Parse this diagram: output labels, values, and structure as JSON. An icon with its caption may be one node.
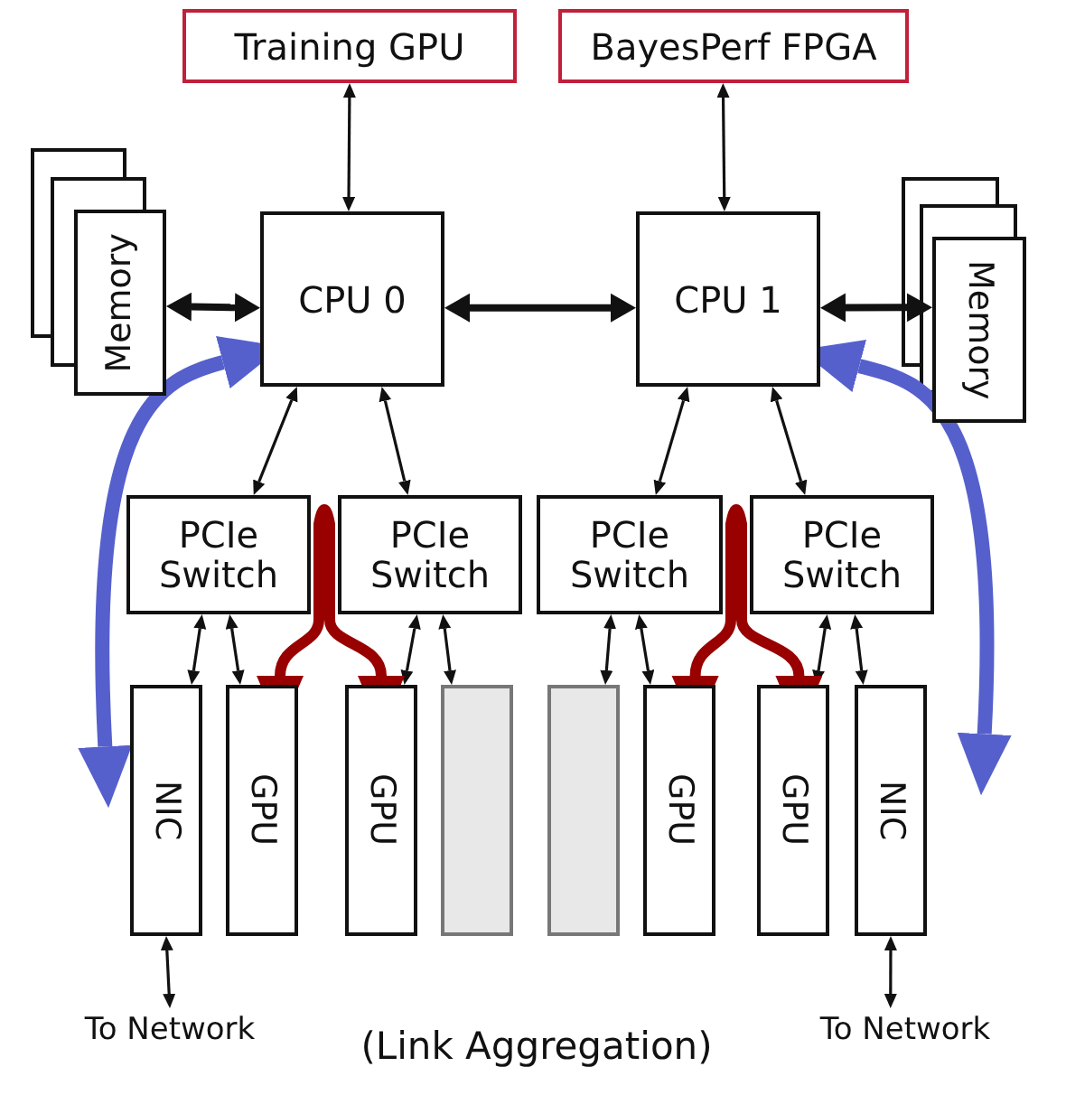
{
  "diagram": {
    "nodes": [
      {
        "text": [
          "Training GPU"
        ]
      },
      {
        "text": [
          "BayesPerf FPGA"
        ]
      },
      {
        "text": [
          "Memory"
        ]
      },
      {
        "text": [
          "CPU 0"
        ]
      },
      {
        "text": [
          "CPU 1"
        ]
      },
      {
        "text": [
          "Memory"
        ]
      },
      {
        "text": [
          "PCIe Switch"
        ]
      },
      {
        "text": [
          "PCIe Switch"
        ]
      },
      {
        "text": [
          "PCIe Switch"
        ]
      },
      {
        "text": [
          "PCIe Switch"
        ]
      },
      {
        "text": [
          "NIC"
        ]
      },
      {
        "text": [
          "GPU"
        ]
      },
      {
        "text": [
          "GPU"
        ]
      },
      {
        "text": [],
        "shape": "box"
      },
      {
        "text": [],
        "shape": "box"
      },
      {
        "text": [
          "GPU"
        ]
      },
      {
        "text": [
          "GPU"
        ]
      },
      {
        "text": [
          "NIC"
        ]
      },
      {
        "text": [
          "To Network"
        ]
      },
      {
        "text": [
          "To Network"
        ]
      }
    ],
    "edges": [
      {
        "from": 0,
        "to": 3,
        "arrow": "both"
      },
      {
        "from": 1,
        "to": 4,
        "arrow": "both"
      },
      {
        "from": 2,
        "to": 3,
        "arrow": "both",
        "style": "thick"
      },
      {
        "from": 3,
        "to": 4,
        "arrow": "both",
        "style": "thick"
      },
      {
        "from": 4,
        "to": 5,
        "arrow": "both",
        "style": "thick"
      },
      {
        "from": 3,
        "to": 6,
        "arrow": "both"
      },
      {
        "from": 3,
        "to": 7,
        "arrow": "both"
      },
      {
        "from": 4,
        "to": 8,
        "arrow": "both"
      },
      {
        "from": 4,
        "to": 9,
        "arrow": "both"
      },
      {
        "from": 6,
        "to": 10,
        "arrow": "both"
      },
      {
        "from": 6,
        "to": 11,
        "arrow": "both"
      },
      {
        "from": 7,
        "to": 12,
        "arrow": "both"
      },
      {
        "from": 7,
        "to": 13,
        "arrow": "both"
      },
      {
        "from": 8,
        "to": 14,
        "arrow": "both"
      },
      {
        "from": 8,
        "to": 15,
        "arrow": "both"
      },
      {
        "from": 9,
        "to": 16,
        "arrow": "both"
      },
      {
        "from": 9,
        "to": 17,
        "arrow": "both"
      },
      {
        "from": 10,
        "to": 18,
        "arrow": "both"
      },
      {
        "from": 17,
        "to": 19,
        "arrow": "both"
      },
      {
        "from": 11,
        "to": 12,
        "arrow": "both",
        "style": "thick",
        "color": "#990000"
      },
      {
        "from": 15,
        "to": 16,
        "arrow": "both",
        "style": "thick",
        "color": "#990000"
      },
      {
        "from": 10,
        "to": 3,
        "arrow": "both",
        "style": "thick",
        "color": "#5560cc"
      },
      {
        "from": 17,
        "to": 4,
        "arrow": "both",
        "style": "thick",
        "color": "#5560cc"
      }
    ],
    "labels": [
      "(Link Aggregation)"
    ]
  }
}
